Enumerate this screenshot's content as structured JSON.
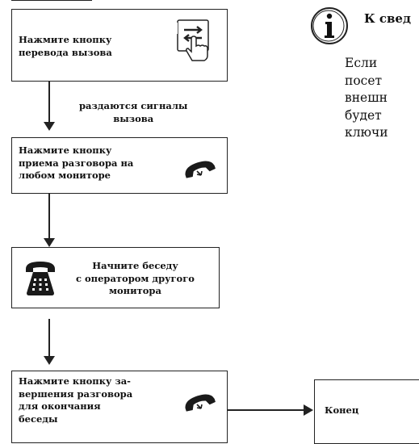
{
  "steps": [
    {
      "label": "Нажмите кнопку\nперевода вызова",
      "icon": "transfer-call-icon"
    },
    {
      "label": "Нажмите кнопку\nприема разговора на\nлюбом мониторе",
      "icon": "handset-icon"
    },
    {
      "label": "Начните беседу\nс оператором другого\nмонитора",
      "icon": "desk-phone-icon"
    },
    {
      "label": "Нажмите кнопку за-\nвершения разговора\nдля окончания\nбеседы",
      "icon": "handset-icon"
    }
  ],
  "edge_note": "раздаются  сигналы\nвызова",
  "end_label": "Конец",
  "info": {
    "icon": "info-icon",
    "title": "К свед",
    "body": "Если\nпосет\nвнешн\nбудет\nключи"
  }
}
